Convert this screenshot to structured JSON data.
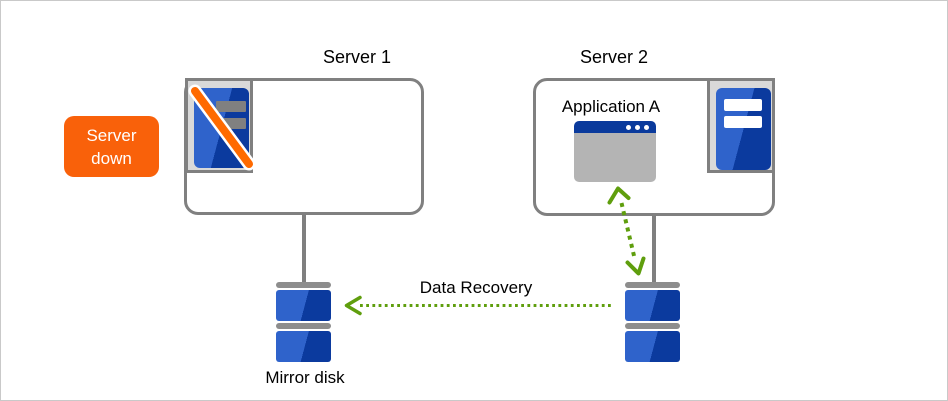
{
  "diagram": {
    "server_down_badge": "Server down",
    "server1": {
      "label": "Server 1",
      "status": "down"
    },
    "server2": {
      "label": "Server 2",
      "application": "Application A"
    },
    "mirror_disk_label": "Mirror disk",
    "data_recovery_label": "Data Recovery"
  },
  "colors": {
    "accent_orange": "#f9610a",
    "slash_orange": "#ff6a00",
    "arrow_green": "#5f9e0d",
    "blue_light": "#2f63cb",
    "blue_dark": "#0b3a9e",
    "titlebar_blue": "#0a3a9c",
    "line_gray": "#808080"
  },
  "icons": {
    "failed_server": "server-tower-with-orange-slash",
    "active_server": "server-tower-white-bars",
    "application_window": "window-titlebar-three-dots",
    "mirror_disk": "stacked-disk-platters",
    "data_recovery_arrow": "green-dotted-arrow-left",
    "sync_arrow": "green-dotted-double-arrow"
  }
}
